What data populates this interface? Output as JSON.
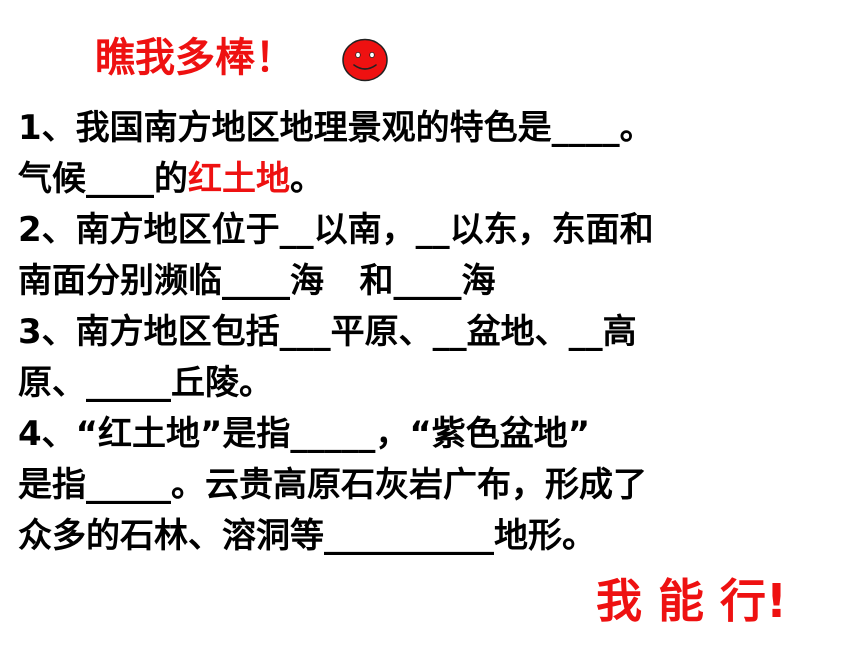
{
  "title": "瞧我多棒！",
  "smiley_icon": "smiley-face-icon",
  "colors": {
    "accent": "#ee1111",
    "text": "#000000"
  },
  "lines": [
    {
      "a": "1、我国南方地区地理景观的特色是____。"
    },
    {
      "a": "气候____的",
      "b": "红土地",
      "c": "。"
    },
    {
      "a": "2、南方地区位于__以南，__以东，东面和"
    },
    {
      "a": "南面分别濒临____海   和____海"
    },
    {
      "a": "3、南方地区包括___平原、__盆地、__高"
    },
    {
      "a": "原、_____丘陵。"
    },
    {
      "a": "4、“红土地”是指_____，“紫色盆地”"
    },
    {
      "a": "是指_____。云贵高原石灰岩广布，形成了"
    },
    {
      "a": "众多的石林、溶洞等__________地形。"
    }
  ],
  "footer": "我 能 行!"
}
